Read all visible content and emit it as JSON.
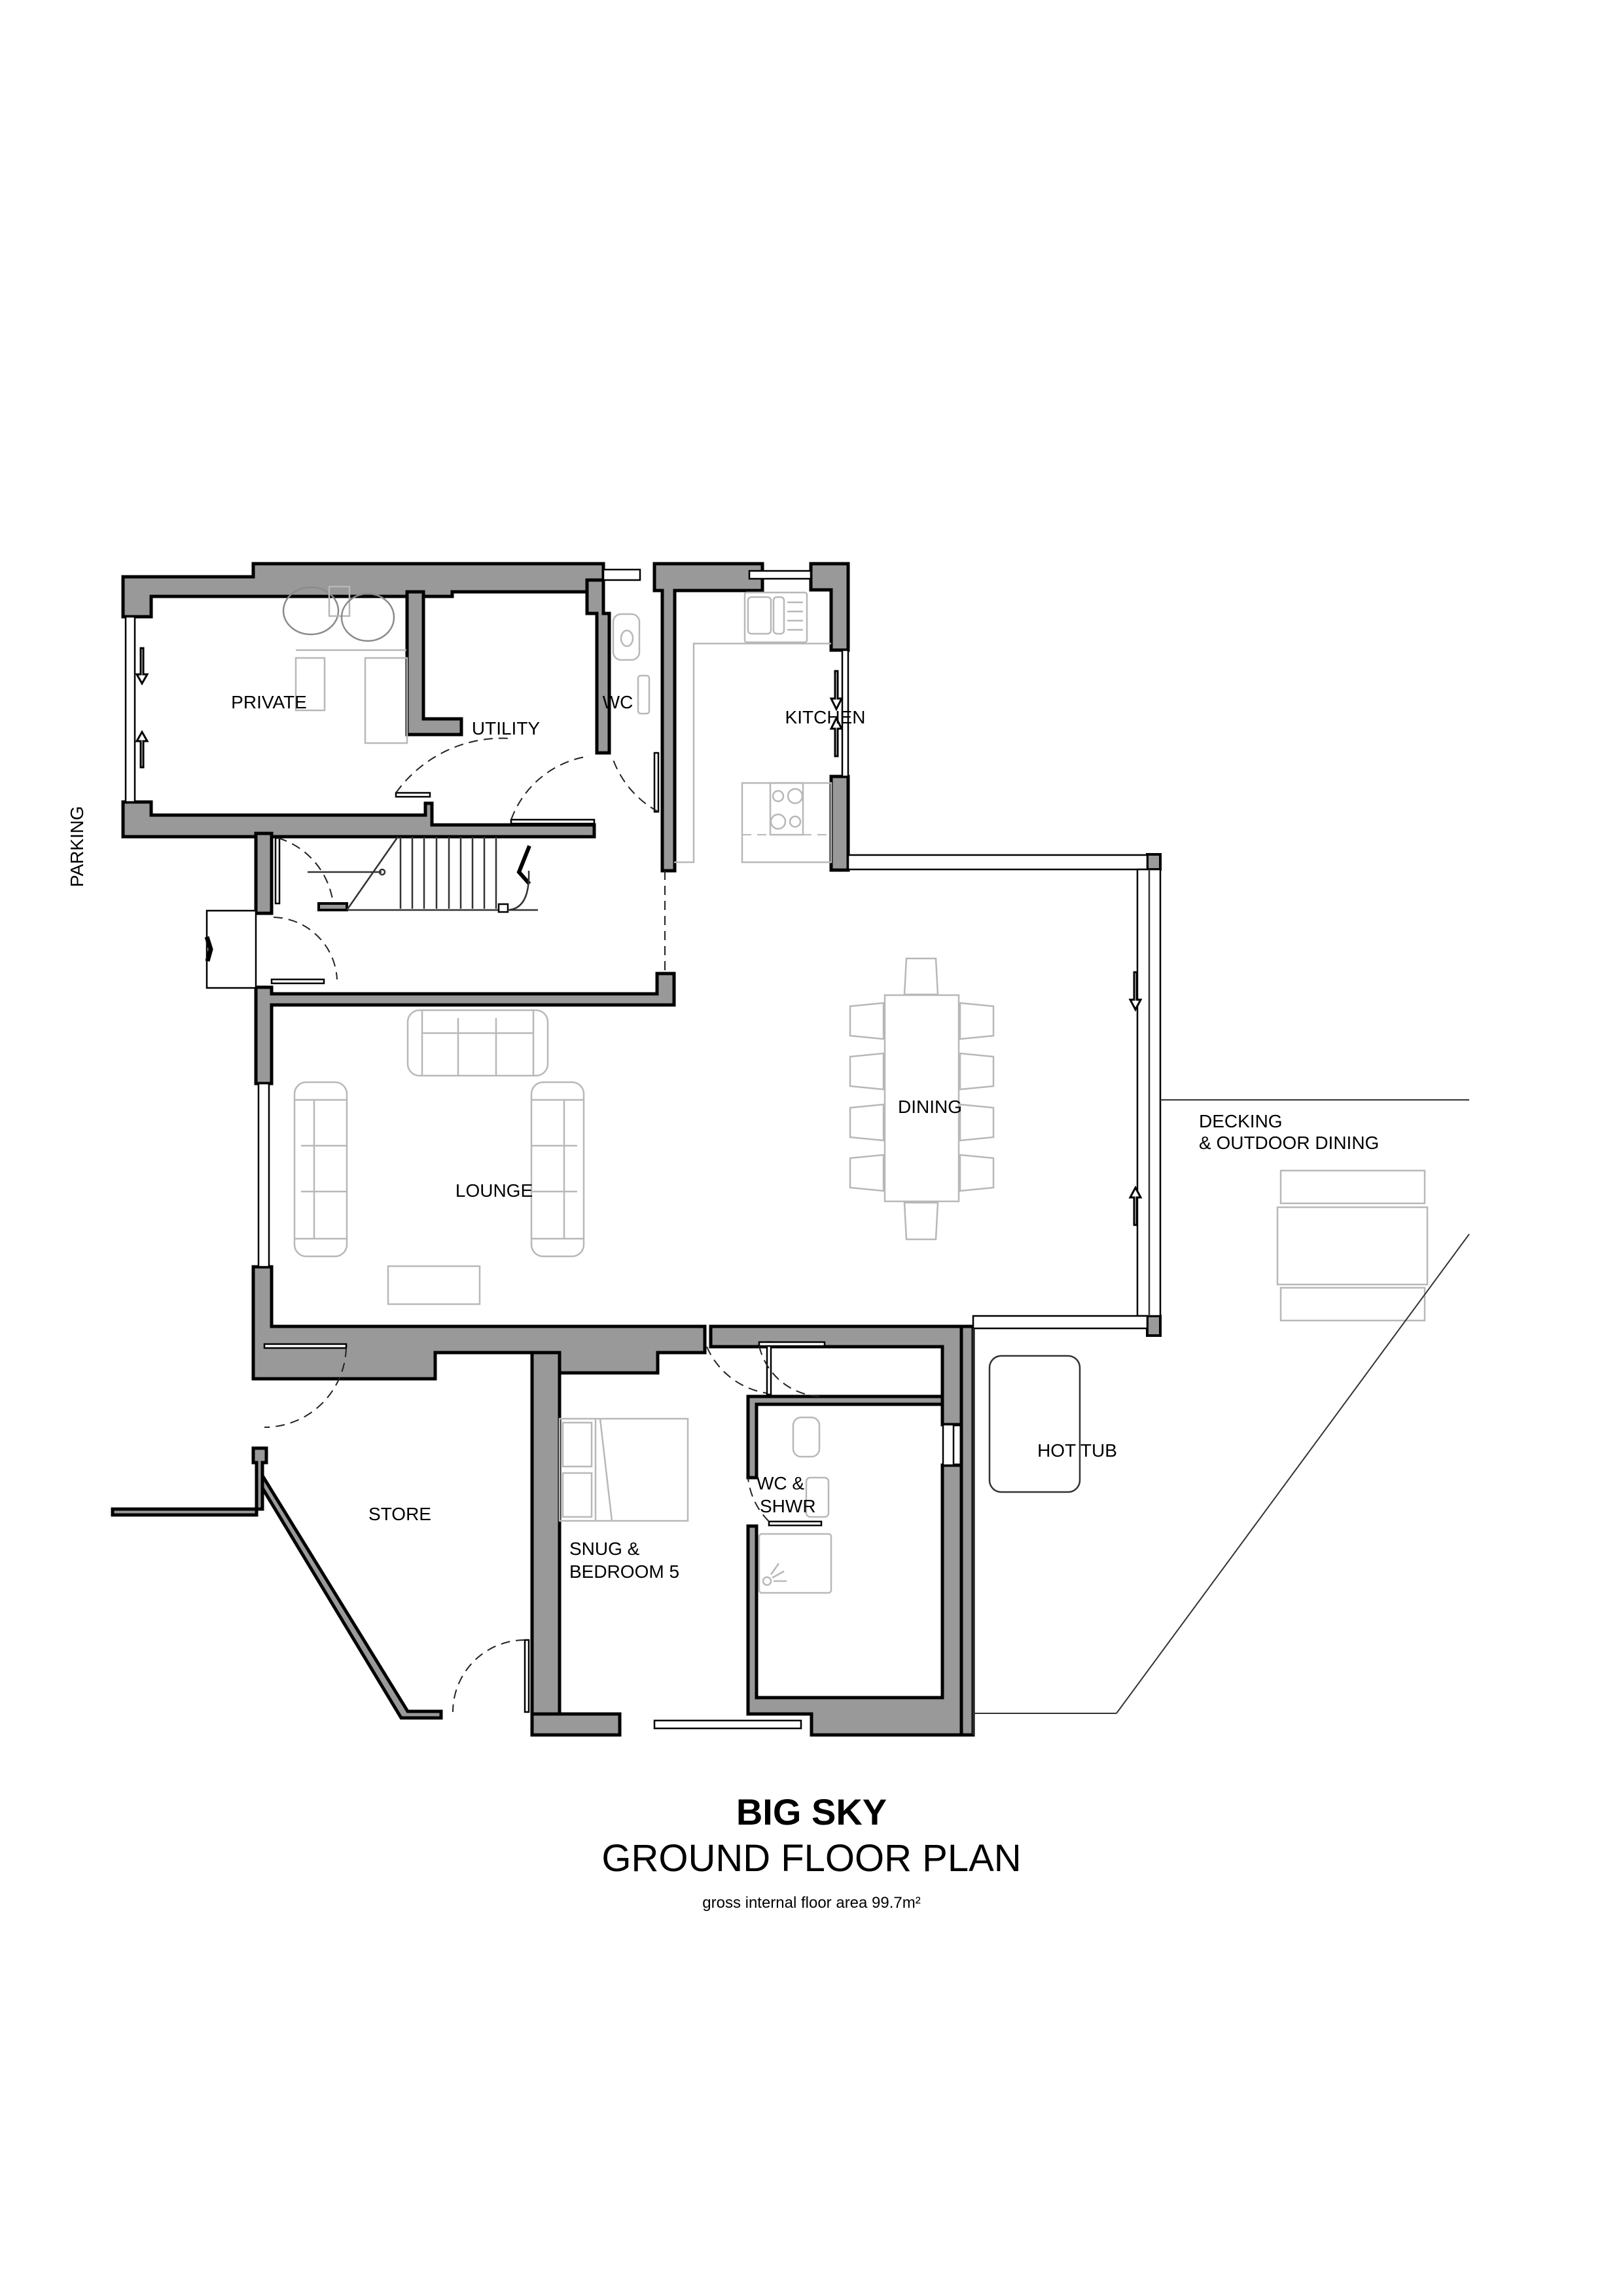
{
  "drawing": {
    "title": "BIG SKY",
    "subtitle": "GROUND FLOOR PLAN",
    "area_note": "gross internal floor area 99.7m²",
    "colors": {
      "wall_fill": "#999999",
      "wall_outline": "#000000",
      "furniture": "#b8b8b8",
      "background": "#ffffff"
    }
  },
  "rooms": {
    "private": "PRIVATE",
    "utility": "UTILITY",
    "wc": "WC",
    "kitchen": "KITCHEN",
    "dining": "DINING",
    "lounge": "LOUNGE",
    "store": "STORE",
    "snug_line1": "SNUG &",
    "snug_line2": "BEDROOM 5",
    "wc_shwr_line1": "WC &",
    "wc_shwr_line2": "SHWR",
    "hot_tub": "HOT TUB",
    "decking_line1": "DECKING",
    "decking_line2": "& OUTDOOR DINING",
    "parking": "PARKING"
  },
  "icons": {
    "entrance_marker": "entrance-chevron-icon",
    "stair_direction": "stair-up-chevron-icon",
    "sliding_door": "sliding-arrow-icon"
  }
}
